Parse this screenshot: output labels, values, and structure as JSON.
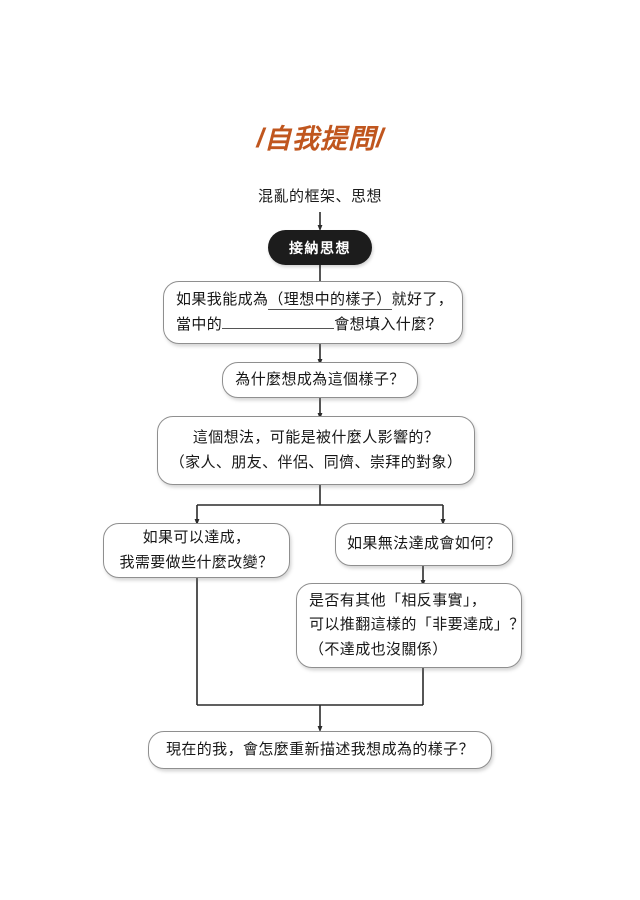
{
  "page": {
    "background": "#ffffff",
    "accent_color": "#c0561e",
    "box_border_color": "#8f8f8f",
    "pill_color": "#1c1c1c"
  },
  "header": {
    "title": "自我提問",
    "slash_left": "/",
    "slash_right": "/"
  },
  "chart_data": {
    "type": "diagram",
    "title": "自我提問",
    "subtitle": "混亂的框架、思想",
    "orientation": "top-down",
    "nodes": [
      {
        "id": "start",
        "shape": "plain-text",
        "lines": [
          "混亂的框架、思想"
        ]
      },
      {
        "id": "accept",
        "shape": "pill",
        "lines": [
          "接納思想"
        ]
      },
      {
        "id": "ideal",
        "shape": "rounded-box",
        "lines": [
          "如果我能成為（理想中的樣子）就好了，",
          "當中的 ______________ 會想填入什麼？"
        ],
        "line1_parts": [
          {
            "text": "如果我能成為",
            "underline": false
          },
          {
            "text": "（理想中的樣子）",
            "underline": true
          },
          {
            "text": "就好了，",
            "underline": false
          }
        ],
        "line2_parts": [
          {
            "text": "當中的",
            "underline": false
          },
          {
            "text": "",
            "underline": true,
            "blank": true
          },
          {
            "text": "會想填入什麼？",
            "underline": false
          }
        ]
      },
      {
        "id": "why",
        "shape": "rounded-box",
        "lines": [
          "為什麼想成為這個樣子？"
        ]
      },
      {
        "id": "influence",
        "shape": "rounded-box",
        "lines": [
          "這個想法，可能是被什麼人影響的？",
          "（家人、朋友、伴侶、同儕、崇拜的對象）"
        ]
      },
      {
        "id": "if-achievable",
        "shape": "rounded-box",
        "branch": "left",
        "lines": [
          "如果可以達成，",
          "我需要做些什麼改變？"
        ]
      },
      {
        "id": "if-not-achievable",
        "shape": "rounded-box",
        "branch": "right",
        "lines": [
          "如果無法達成會如何？"
        ]
      },
      {
        "id": "counter-fact",
        "shape": "rounded-box",
        "branch": "right",
        "lines": [
          "是否有其他「相反事實」，",
          "可以推翻這樣的「非要達成」？",
          "（不達成也沒關係）"
        ]
      },
      {
        "id": "redescribe",
        "shape": "rounded-box",
        "lines": [
          "現在的我，會怎麼重新描述我想成為的樣子？"
        ]
      }
    ],
    "edges": [
      {
        "from": "start",
        "to": "accept",
        "arrow": true
      },
      {
        "from": "accept",
        "to": "ideal",
        "arrow": false
      },
      {
        "from": "ideal",
        "to": "why",
        "arrow": true
      },
      {
        "from": "why",
        "to": "influence",
        "arrow": true
      },
      {
        "from": "influence",
        "to": "if-achievable",
        "arrow": true,
        "style": "split-left"
      },
      {
        "from": "influence",
        "to": "if-not-achievable",
        "arrow": true,
        "style": "split-right"
      },
      {
        "from": "if-not-achievable",
        "to": "counter-fact",
        "arrow": true
      },
      {
        "from": "if-achievable",
        "to": "redescribe",
        "arrow": true,
        "style": "merge-left"
      },
      {
        "from": "counter-fact",
        "to": "redescribe",
        "arrow": true,
        "style": "merge-right"
      }
    ]
  },
  "nodes": {
    "start": {
      "text": "混亂的框架、思想"
    },
    "accept": {
      "text": "接納思想"
    },
    "ideal": {
      "l1a": "如果我能成為",
      "l1b": "（理想中的樣子）",
      "l1c": "就好了，",
      "l2a": "當中的",
      "l2c": "會想填入什麼？"
    },
    "why": {
      "text": "為什麼想成為這個樣子？"
    },
    "influence": {
      "l1": "這個想法，可能是被什麼人影響的？",
      "l2": "（家人、朋友、伴侶、同儕、崇拜的對象）"
    },
    "if_achievable": {
      "l1": "如果可以達成，",
      "l2": "我需要做些什麼改變？"
    },
    "if_not_achievable": {
      "text": "如果無法達成會如何？"
    },
    "counter_fact": {
      "l1": "是否有其他「相反事實」，",
      "l2": "可以推翻這樣的「非要達成」？",
      "l3": "（不達成也沒關係）"
    },
    "redescribe": {
      "text": "現在的我，會怎麼重新描述我想成為的樣子？"
    }
  }
}
